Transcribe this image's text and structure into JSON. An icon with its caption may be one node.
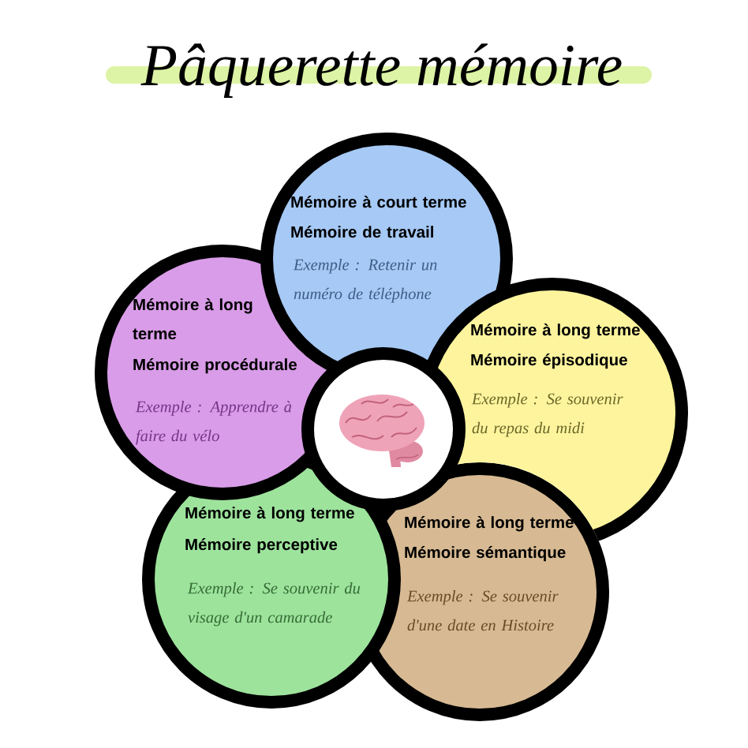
{
  "diagram": {
    "title": "Pâquerette mémoire",
    "nodes": [
      {
        "text": [
          "Mémoire à court terme",
          "Mémoire de travail",
          "Exemple : Retenir un numéro de téléphone"
        ]
      },
      {
        "text": [
          "Mémoire à long terme",
          "Mémoire procédurale",
          "Exemple : Apprendre à faire du vélo"
        ]
      },
      {
        "text": [
          "Mémoire à long terme",
          "Mémoire épisodique",
          "Exemple : Se souvenir du repas du midi"
        ]
      },
      {
        "text": [],
        "shape": "circle"
      },
      {
        "text": [
          "Mémoire à long terme",
          "Mémoire perceptive",
          "Exemple : Se souvenir du visage d'un camarade"
        ]
      },
      {
        "text": [
          "Mémoire à long terme",
          "Mémoire sémantique",
          "Exemple : Se souvenir d'une date en Histoire"
        ]
      }
    ]
  }
}
